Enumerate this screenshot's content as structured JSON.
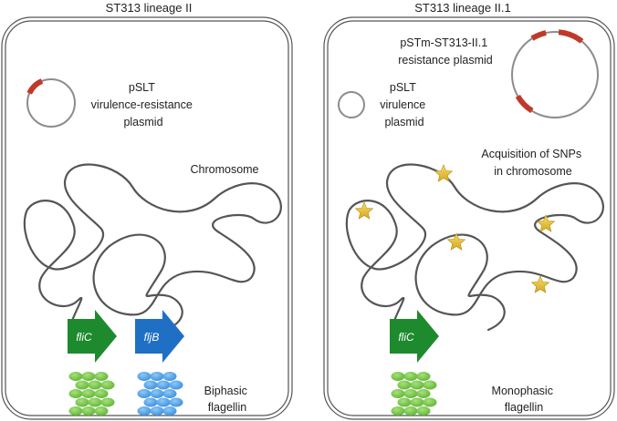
{
  "left_panel": {
    "title": "ST313 lineage II",
    "plasmid_label": [
      "pSLT",
      "virulence-resistance",
      "plasmid"
    ],
    "chromosome_label": "Chromosome",
    "genes": [
      "fliC",
      "fljB"
    ],
    "flagellin_label": [
      "Biphasic",
      "flagellin"
    ]
  },
  "right_panel": {
    "title": "ST313 lineage II.1",
    "resistance_plasmid_label": [
      "pSTm-ST313-II.1",
      "resistance plasmid"
    ],
    "plasmid_label": [
      "pSLT",
      "virulence",
      "plasmid"
    ],
    "snp_label": [
      "Acquisition of SNPs",
      "in chromosome"
    ],
    "genes": [
      "fliC"
    ],
    "flagellin_label": [
      "Monophasic",
      "flagellin"
    ]
  },
  "colors": {
    "cell_border": "#555555",
    "chromosome": "#555555",
    "plasmid_ring": "#8c8c8c",
    "plasmid_segment": "#c0392b",
    "fliC": "#1e8a2e",
    "fljB": "#1f6fc5",
    "flagellin_green": "#7cc94f",
    "flagellin_blue": "#5aa8e8",
    "snp_star": "#e8c53a"
  }
}
